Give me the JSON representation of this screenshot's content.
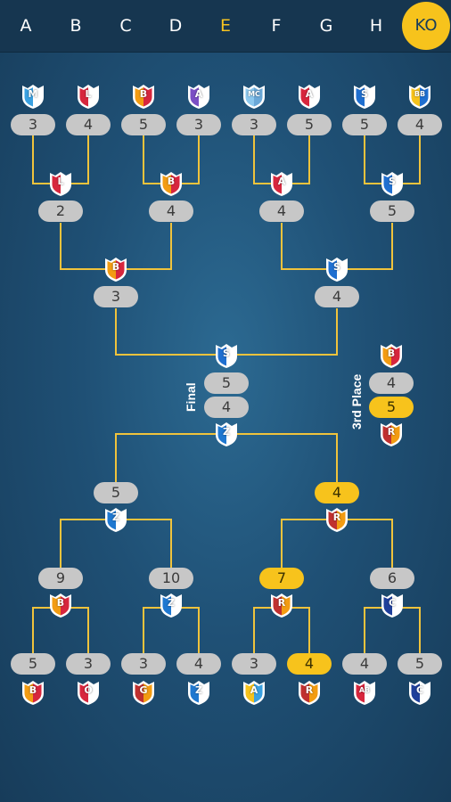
{
  "tabs": [
    {
      "label": "A",
      "state": "normal"
    },
    {
      "label": "B",
      "state": "normal"
    },
    {
      "label": "C",
      "state": "normal"
    },
    {
      "label": "D",
      "state": "normal"
    },
    {
      "label": "E",
      "state": "highlight"
    },
    {
      "label": "F",
      "state": "normal"
    },
    {
      "label": "G",
      "state": "normal"
    },
    {
      "label": "H",
      "state": "normal"
    },
    {
      "label": "KO",
      "state": "active"
    }
  ],
  "colors": {
    "background": "#1f5075",
    "bracket_line": "#f0c33c",
    "score_pill": "#c7c7c7",
    "score_pill_winner": "#f7c31c",
    "active_tab": "#f7c31c"
  },
  "labels": {
    "final": "Final",
    "third_place": "3rd Place"
  },
  "top_half": {
    "round1": {
      "crests": [
        {
          "text": "M",
          "colors": [
            "#3aa0e0",
            "#ffffff"
          ]
        },
        {
          "text": "L",
          "colors": [
            "#d7263d",
            "#ffffff"
          ]
        },
        {
          "text": "B",
          "colors": [
            "#f39c12",
            "#d7263d"
          ]
        },
        {
          "text": "A",
          "colors": [
            "#7b4fc4",
            "#ffffff"
          ]
        },
        {
          "text": "MC",
          "colors": [
            "#8cc8ee",
            "#6aa8d8"
          ]
        },
        {
          "text": "A",
          "colors": [
            "#d7263d",
            "#ffffff"
          ]
        },
        {
          "text": "S",
          "colors": [
            "#1f6fd0",
            "#ffffff"
          ]
        },
        {
          "text": "BB",
          "colors": [
            "#f7c31c",
            "#1f6fd0"
          ]
        }
      ],
      "scores": [
        "3",
        "4",
        "5",
        "3",
        "3",
        "5",
        "5",
        "4"
      ]
    },
    "round2": {
      "crests": [
        {
          "text": "L",
          "colors": [
            "#d7263d",
            "#ffffff"
          ]
        },
        {
          "text": "B",
          "colors": [
            "#f39c12",
            "#d7263d"
          ]
        },
        {
          "text": "A",
          "colors": [
            "#d7263d",
            "#ffffff"
          ]
        },
        {
          "text": "S",
          "colors": [
            "#1f6fd0",
            "#ffffff"
          ]
        }
      ],
      "scores": [
        "2",
        "4",
        "4",
        "5"
      ]
    },
    "semi": {
      "crests": [
        {
          "text": "B",
          "colors": [
            "#f39c12",
            "#d7263d"
          ]
        },
        {
          "text": "S",
          "colors": [
            "#1f6fd0",
            "#ffffff"
          ]
        }
      ],
      "scores": [
        "3",
        "4"
      ]
    },
    "finalist": {
      "text": "S",
      "colors": [
        "#1f6fd0",
        "#ffffff"
      ]
    }
  },
  "final": {
    "scores": [
      "5",
      "4"
    ]
  },
  "third_place": {
    "top_crest": {
      "text": "B",
      "colors": [
        "#f39c12",
        "#d7263d"
      ]
    },
    "scores": [
      "4",
      "5"
    ],
    "bottom_crest": {
      "text": "R",
      "colors": [
        "#c0302f",
        "#f39c12"
      ]
    }
  },
  "bottom_half": {
    "finalist": {
      "text": "Z",
      "colors": [
        "#1f78d0",
        "#ffffff"
      ]
    },
    "semi": {
      "scores": [
        "5",
        "4"
      ],
      "crests": [
        {
          "text": "Z",
          "colors": [
            "#1f78d0",
            "#ffffff"
          ]
        },
        {
          "text": "R",
          "colors": [
            "#c0302f",
            "#f39c12"
          ]
        }
      ]
    },
    "round2": {
      "scores": [
        "9",
        "10",
        "7",
        "6"
      ],
      "crests": [
        {
          "text": "B",
          "colors": [
            "#f39c12",
            "#d7263d"
          ]
        },
        {
          "text": "Z",
          "colors": [
            "#1f78d0",
            "#ffffff"
          ]
        },
        {
          "text": "R",
          "colors": [
            "#c0302f",
            "#f39c12"
          ]
        },
        {
          "text": "C",
          "colors": [
            "#1f3f9a",
            "#ffffff"
          ]
        }
      ]
    },
    "round1": {
      "scores": [
        "5",
        "3",
        "3",
        "4",
        "3",
        "4",
        "4",
        "5"
      ],
      "crests": [
        {
          "text": "B",
          "colors": [
            "#f39c12",
            "#d7263d"
          ]
        },
        {
          "text": "O",
          "colors": [
            "#d7263d",
            "#ffffff"
          ]
        },
        {
          "text": "G",
          "colors": [
            "#c0302f",
            "#f39c12"
          ]
        },
        {
          "text": "Z",
          "colors": [
            "#1f78d0",
            "#ffffff"
          ]
        },
        {
          "text": "A",
          "colors": [
            "#f7c31c",
            "#3aa0e0"
          ]
        },
        {
          "text": "R",
          "colors": [
            "#c0302f",
            "#f39c12"
          ]
        },
        {
          "text": "AB",
          "colors": [
            "#d7263d",
            "#ffffff"
          ]
        },
        {
          "text": "C",
          "colors": [
            "#1f3f9a",
            "#ffffff"
          ]
        }
      ]
    }
  }
}
